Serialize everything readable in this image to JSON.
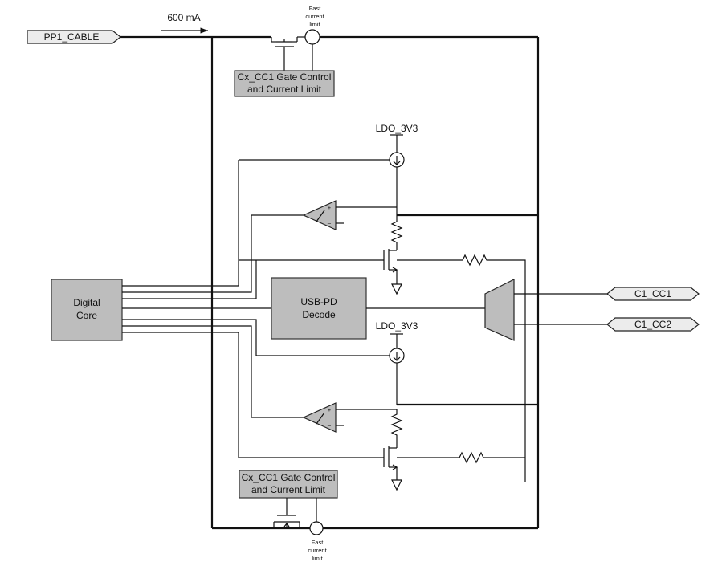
{
  "ports": {
    "pp1_cable": "PP1_CABLE",
    "c1_cc1": "C1_CC1",
    "c1_cc2": "C1_CC2"
  },
  "current_label": "600 mA",
  "fast_limit": [
    "Fast",
    "current",
    "limit"
  ],
  "gate_top": [
    "Cx_CC1 Gate Control",
    "and Current Limit"
  ],
  "gate_bottom": [
    "Cx_CC1 Gate Control",
    "and Current Limit"
  ],
  "ldo_top": "LDO_3V3",
  "ldo_bottom": "LDO_3V3",
  "digital_core": [
    "Digital",
    "Core"
  ],
  "usb_pd": [
    "USB-PD",
    "Decode"
  ],
  "comparator_plus": "+",
  "comparator_minus": "–"
}
